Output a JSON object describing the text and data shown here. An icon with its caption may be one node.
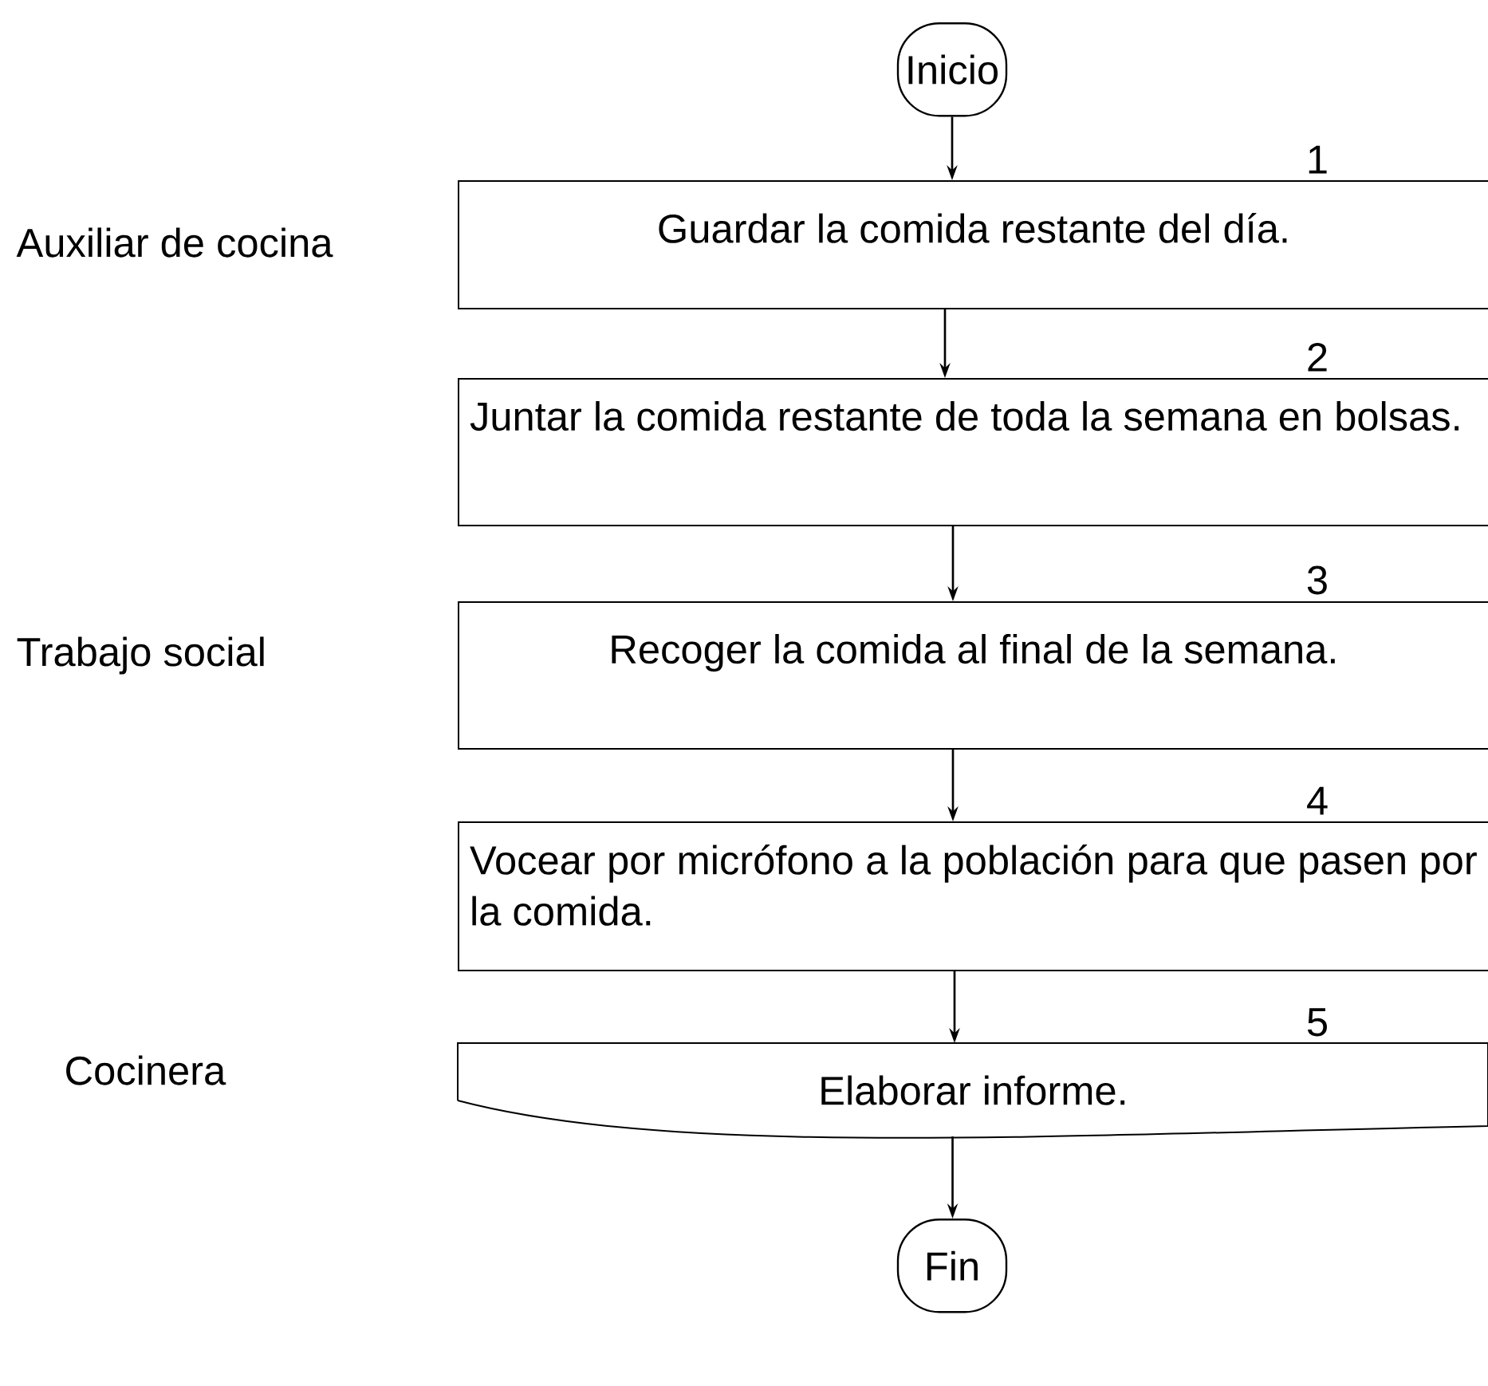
{
  "diagram": {
    "nodes": [
      {
        "text": [
          "Inicio"
        ]
      },
      {
        "text": [
          "Guardar la comida restante del día."
        ],
        "beside": [
          "1"
        ]
      },
      {
        "text": [
          "Juntar la comida restante de toda la semana en bolsas."
        ],
        "beside": [
          "2"
        ]
      },
      {
        "text": [
          "Recoger la comida al final de la semana."
        ],
        "beside": [
          "3"
        ]
      },
      {
        "text": [
          "Vocear por micrófono a la población para que pasen por la comida."
        ],
        "beside": [
          "4"
        ]
      },
      {
        "text": [
          "Elaborar informe."
        ],
        "beside": [
          "5"
        ]
      },
      {
        "text": [
          "Fin"
        ]
      }
    ],
    "edges": [
      {
        "from": 0,
        "to": 1,
        "arrow": "to"
      },
      {
        "from": 1,
        "to": 2,
        "arrow": "to"
      },
      {
        "from": 2,
        "to": 3,
        "arrow": "to"
      },
      {
        "from": 3,
        "to": 4,
        "arrow": "to"
      },
      {
        "from": 4,
        "to": 5,
        "arrow": "to"
      },
      {
        "from": 5,
        "to": 6,
        "arrow": "to"
      }
    ],
    "labels": [
      "Auxiliar de cocina",
      "Trabajo social",
      "Cocinera"
    ]
  }
}
